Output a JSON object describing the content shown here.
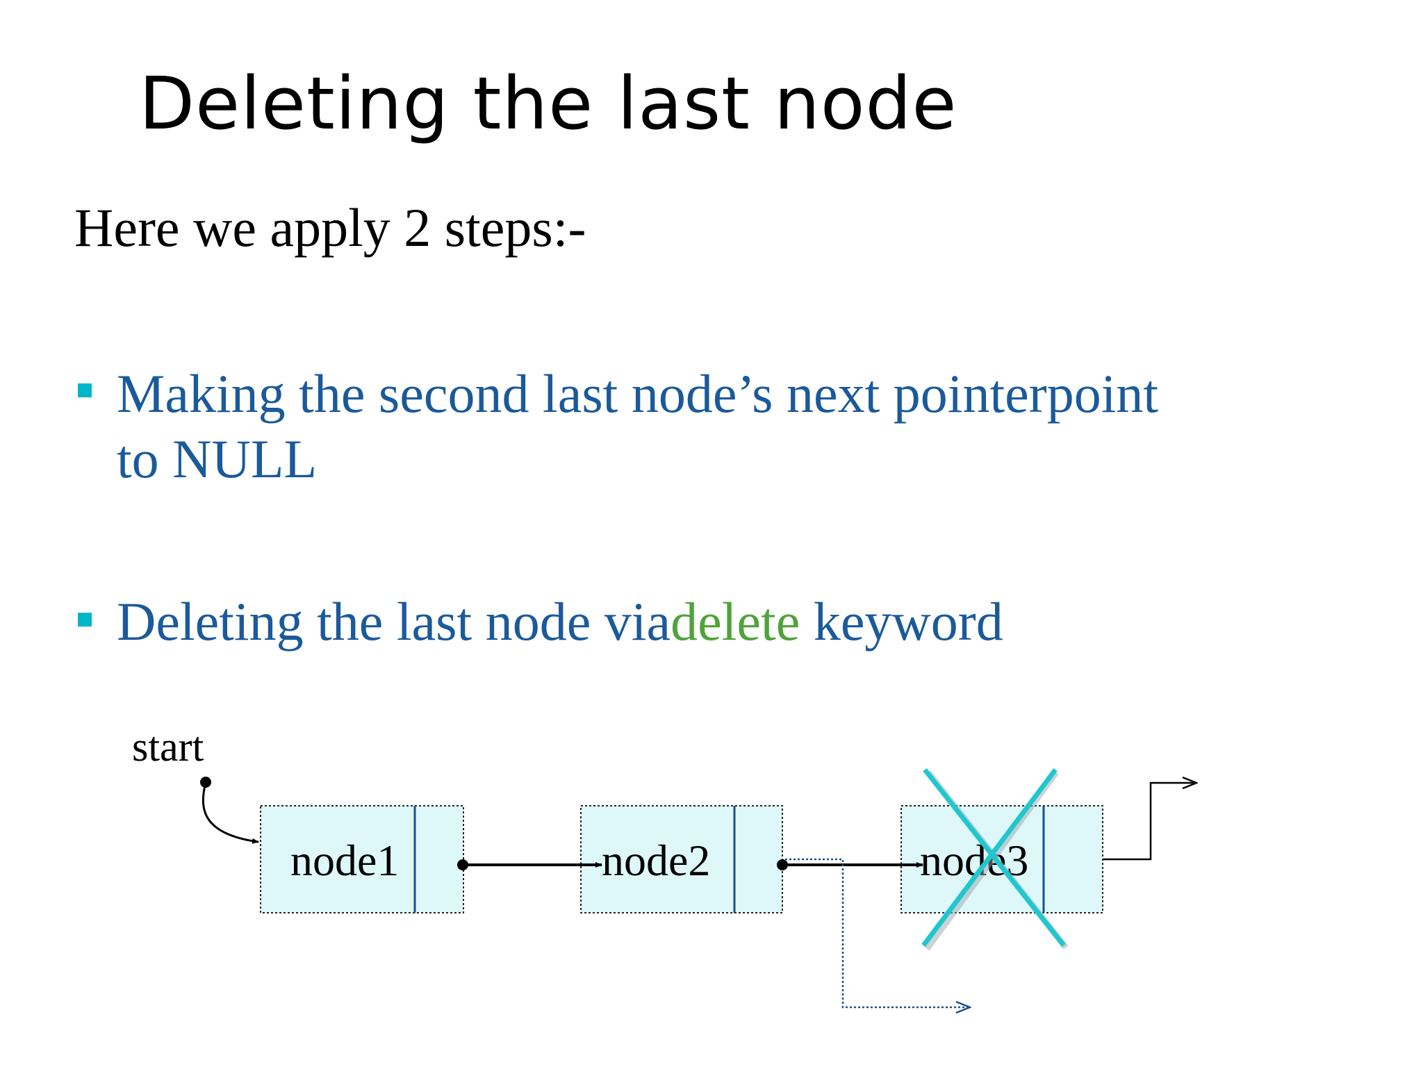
{
  "slide": {
    "title": "Deleting the last node",
    "intro": "Here we apply 2 steps:-",
    "bullets": [
      {
        "line1": "Making the second last node’s next pointerpoint",
        "line2": "to NULL"
      },
      {
        "before": "Deleting the last node via",
        "keyword": "delete",
        "after": " keyword"
      }
    ]
  },
  "diagram": {
    "start_label": "start",
    "nodes": [
      {
        "label": "node1",
        "deleted": false
      },
      {
        "label": "node2",
        "deleted": false
      },
      {
        "label": "node3",
        "deleted": true
      }
    ]
  },
  "colors": {
    "bullet_text": "#1b5a9a",
    "keyword": "#4fa33a",
    "bullet_marker": "#00b7c9",
    "node_fill": "#def8fa",
    "delete_cross": "#1fc7cf"
  }
}
